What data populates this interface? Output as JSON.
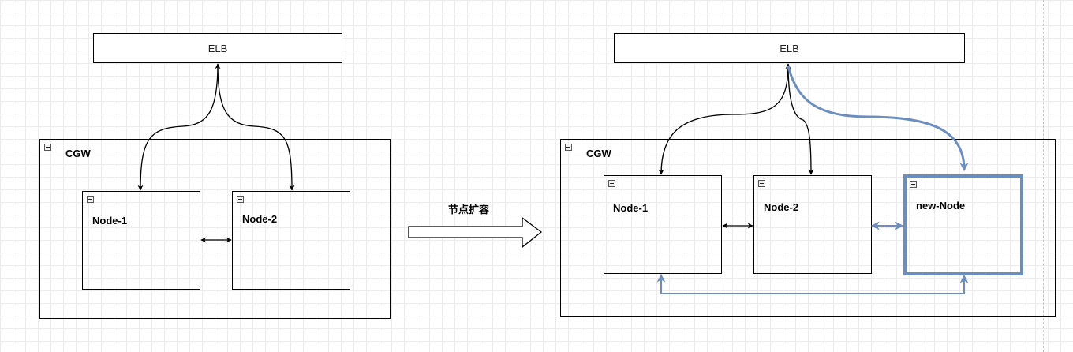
{
  "left": {
    "elb": "ELB",
    "cgw": "CGW",
    "node1": "Node-1",
    "node2": "Node-2"
  },
  "transition": {
    "label": "节点扩容"
  },
  "right": {
    "elb": "ELB",
    "cgw": "CGW",
    "node1": "Node-1",
    "node2": "Node-2",
    "new_node": "new-Node"
  },
  "colors": {
    "new_node_accent": "#6c8ebf",
    "line": "#000000"
  }
}
